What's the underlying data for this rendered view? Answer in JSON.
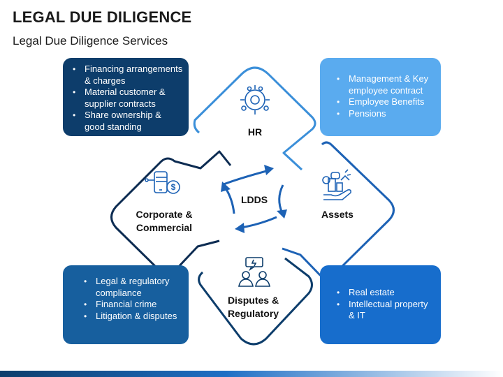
{
  "header": {
    "title": "LEGAL DUE DILIGENCE",
    "subtitle": "Legal Due Diligence Services"
  },
  "center": {
    "label": "LDDS"
  },
  "quadrants": {
    "hr": {
      "label": "HR",
      "icon": "gear-people-icon"
    },
    "assets": {
      "label": "Assets",
      "icon": "money-hand-icon"
    },
    "corporate": {
      "label": "Corporate & Commercial",
      "icon": "phone-dollar-icon"
    },
    "disputes": {
      "label": "Disputes & Regulatory",
      "icon": "debate-people-icon"
    }
  },
  "boxes": {
    "top_left": {
      "color": "#0d3d6b",
      "items": [
        "Financing arrangements & charges",
        "Material customer & supplier contracts",
        "Share ownership & good standing"
      ]
    },
    "top_right": {
      "color": "#5aabef",
      "items": [
        "Management & Key employee contract",
        "Employee Benefits",
        "Pensions"
      ]
    },
    "bottom_left": {
      "color": "#175f9e",
      "items": [
        "Legal & regulatory compliance",
        "Financial crime",
        "Litigation & disputes"
      ]
    },
    "bottom_right": {
      "color": "#176dcc",
      "items": [
        "Real estate",
        "Intellectual property & IT"
      ]
    }
  },
  "colors": {
    "hr_outline": "#3b8fd9",
    "assets_outline": "#1d62b5",
    "corporate_outline": "#0d2c52",
    "disputes_outline": "#0d3d6b",
    "arrow": "#1d62b5"
  }
}
